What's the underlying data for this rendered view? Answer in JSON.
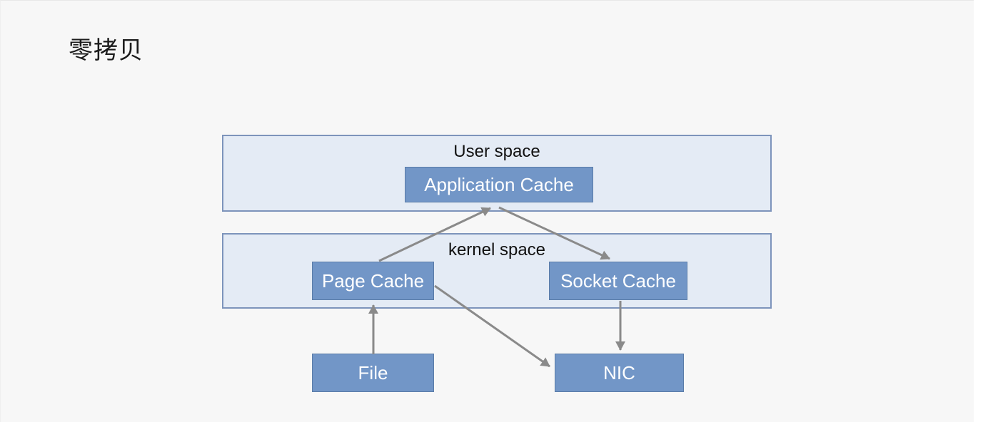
{
  "page": {
    "title": "零拷贝",
    "background": "#f7f7f7"
  },
  "diagram": {
    "containers": [
      {
        "id": "user-space",
        "label": "User space"
      },
      {
        "id": "kernel-space",
        "label": "kernel space"
      }
    ],
    "nodes": [
      {
        "id": "application-cache",
        "label": "Application Cache",
        "container": "user-space"
      },
      {
        "id": "page-cache",
        "label": "Page Cache",
        "container": "kernel-space"
      },
      {
        "id": "socket-cache",
        "label": "Socket Cache",
        "container": "kernel-space"
      },
      {
        "id": "file",
        "label": "File",
        "container": ""
      },
      {
        "id": "nic",
        "label": "NIC",
        "container": ""
      }
    ],
    "edges": [
      {
        "from": "file",
        "to": "page-cache"
      },
      {
        "from": "page-cache",
        "to": "application-cache"
      },
      {
        "from": "application-cache",
        "to": "socket-cache"
      },
      {
        "from": "page-cache",
        "to": "nic"
      },
      {
        "from": "socket-cache",
        "to": "nic"
      }
    ],
    "colors": {
      "node_fill": "#7296c7",
      "node_border": "#5a7ca8",
      "node_text": "#ffffff",
      "container_fill": "#e4ebf5",
      "container_border": "#7d94bb",
      "container_text": "#111111",
      "arrow": "#8a8a8a",
      "page_background": "#f7f7f7",
      "title_text": "#1c1c1c"
    }
  }
}
